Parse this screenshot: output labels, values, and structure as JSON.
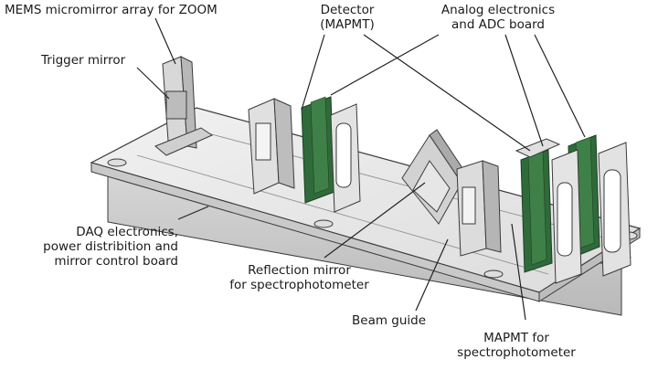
{
  "labels": {
    "mems": "MEMS micromirror array for ZOOM",
    "trigger": "Trigger mirror",
    "detector_1": "Detector",
    "detector_2": "(MAPMT)",
    "analog_1": "Analog electronics",
    "analog_2": "and ADC board",
    "daq_1": "DAQ electronics,",
    "daq_2": "power distribition and",
    "daq_3": "mirror control board",
    "reflection_1": "Reflection mirror",
    "reflection_2": "for spectrophotometer",
    "beam": "Beam guide",
    "mapmt_1": "MAPMT for",
    "mapmt_2": "spectrophotometer"
  },
  "colors": {
    "board_green": "#2f6b3a",
    "metal_light": "#e9e9e9",
    "metal_mid": "#cfcfcf",
    "metal_dark": "#a8a8a8",
    "outline": "#3a3a3a",
    "leader": "#222222"
  }
}
